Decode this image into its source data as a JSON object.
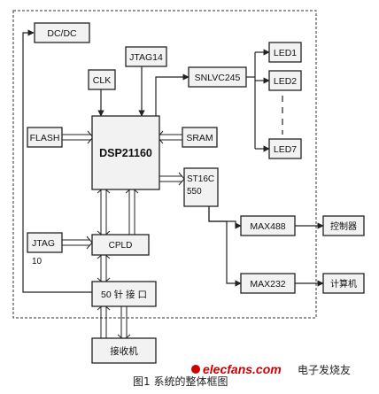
{
  "blocks": {
    "dcdc": "DC/DC",
    "jtag14": "JTAG14",
    "clk": "CLK",
    "snlvc245": "SNLVC245",
    "led1": "LED1",
    "led2": "LED2",
    "led7": "LED7",
    "flash": "FLASH",
    "dsp": "DSP21160",
    "sram": "SRAM",
    "st16c_line1": "ST16C",
    "st16c_line2": "550",
    "max488": "MAX488",
    "controller": "控制器",
    "jtag10_line1": "JTAG",
    "jtag10_line2": "10",
    "cpld": "CPLD",
    "max232": "MAX232",
    "computer": "计算机",
    "connector": "50 针 接 口",
    "receiver": "接收机"
  },
  "caption": "图1 系统的整体框图",
  "watermark": {
    "site": "elecfans.com",
    "brand": "电子发烧友"
  },
  "colors": {
    "watermark_accent": "#cc0000",
    "box_fill": "#f2f2f2",
    "line": "#222222"
  }
}
